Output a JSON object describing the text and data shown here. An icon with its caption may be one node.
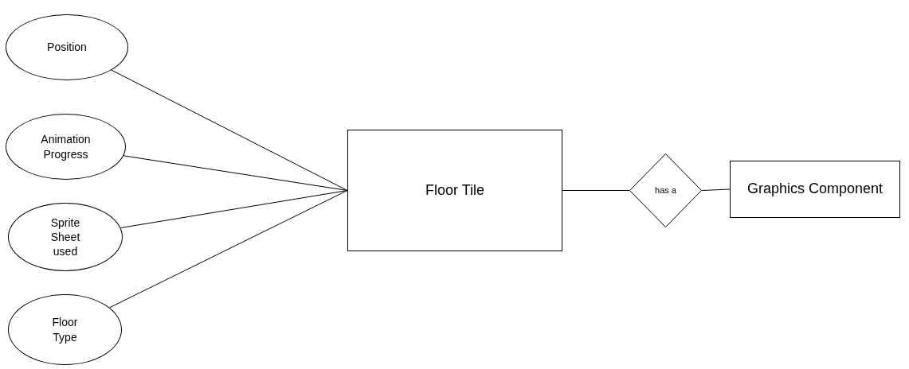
{
  "diagram": {
    "nodes": [
      {
        "text": [
          "Position"
        ]
      },
      {
        "text": [
          "Animation Progress"
        ]
      },
      {
        "text": [
          "Sprite Sheet used"
        ]
      },
      {
        "text": [
          "Floor Type"
        ]
      },
      {
        "text": [
          "Floor Tile"
        ]
      },
      {
        "text": [
          "has a"
        ]
      },
      {
        "text": [
          "Graphics Component"
        ]
      }
    ],
    "edges": [
      {
        "from": 0,
        "to": 4,
        "arrow": "none"
      },
      {
        "from": 1,
        "to": 4,
        "arrow": "none"
      },
      {
        "from": 2,
        "to": 4,
        "arrow": "none"
      },
      {
        "from": 3,
        "to": 4,
        "arrow": "none"
      },
      {
        "from": 4,
        "to": 5,
        "arrow": "none"
      },
      {
        "from": 5,
        "to": 6,
        "arrow": "none"
      }
    ]
  }
}
